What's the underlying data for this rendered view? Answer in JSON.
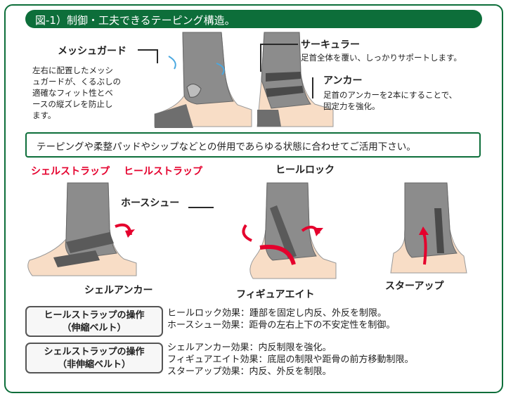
{
  "title": "図-1）制御・工夫できるテーピング構造。",
  "mesh_guard": {
    "label": "メッシュガード",
    "description": [
      "左右に配置したメッシ",
      "ュガードが、くるぶしの",
      "適確なフィット性とベ",
      "ースの縦ズレを防止し",
      "ます。"
    ]
  },
  "circular": {
    "label": "サーキュラー",
    "description": "足首全体を覆い、しっかりサポートします。"
  },
  "anchor": {
    "label": "アンカー",
    "description": [
      "足首のアンカーを2本にすることで、",
      "固定力を強化。"
    ]
  },
  "banner": "テーピングや柔整パッドやシップなどとの併用であらゆる状態に合わせてご活用下さい。",
  "diagram_labels": {
    "shell_strap": "シェルストラップ",
    "heel_strap": "ヒールストラップ",
    "horse_shoe": "ホースシュー",
    "shell_anchor": "シェルアンカー",
    "heel_lock": "ヒールロック",
    "figure_eight": "フィギュアエイト",
    "stirrup": "スターアップ"
  },
  "operations": [
    {
      "title": [
        "ヒールストラップの操作",
        "（伸縮ベルト）"
      ],
      "effects": [
        "ヒールロック効果：踵部を固定し内反、外反を制限。",
        "ホースシュー効果：距骨の左右上下の不安定性を制御。"
      ]
    },
    {
      "title": [
        "シェルストラップの操作",
        "（非伸縮ベルト）"
      ],
      "effects": [
        "シェルアンカー効果：内反制限を強化。",
        "フィギュアエイト効果：底屈の制限や距骨の前方移動制限。",
        "スターアップ効果：内反、外反を制限。"
      ]
    }
  ],
  "colors": {
    "frame": "#0d6e3a",
    "accent_red": "#e5002d",
    "sleeve_gray": "#8c8c8c",
    "skin": "#f8ddc6"
  }
}
